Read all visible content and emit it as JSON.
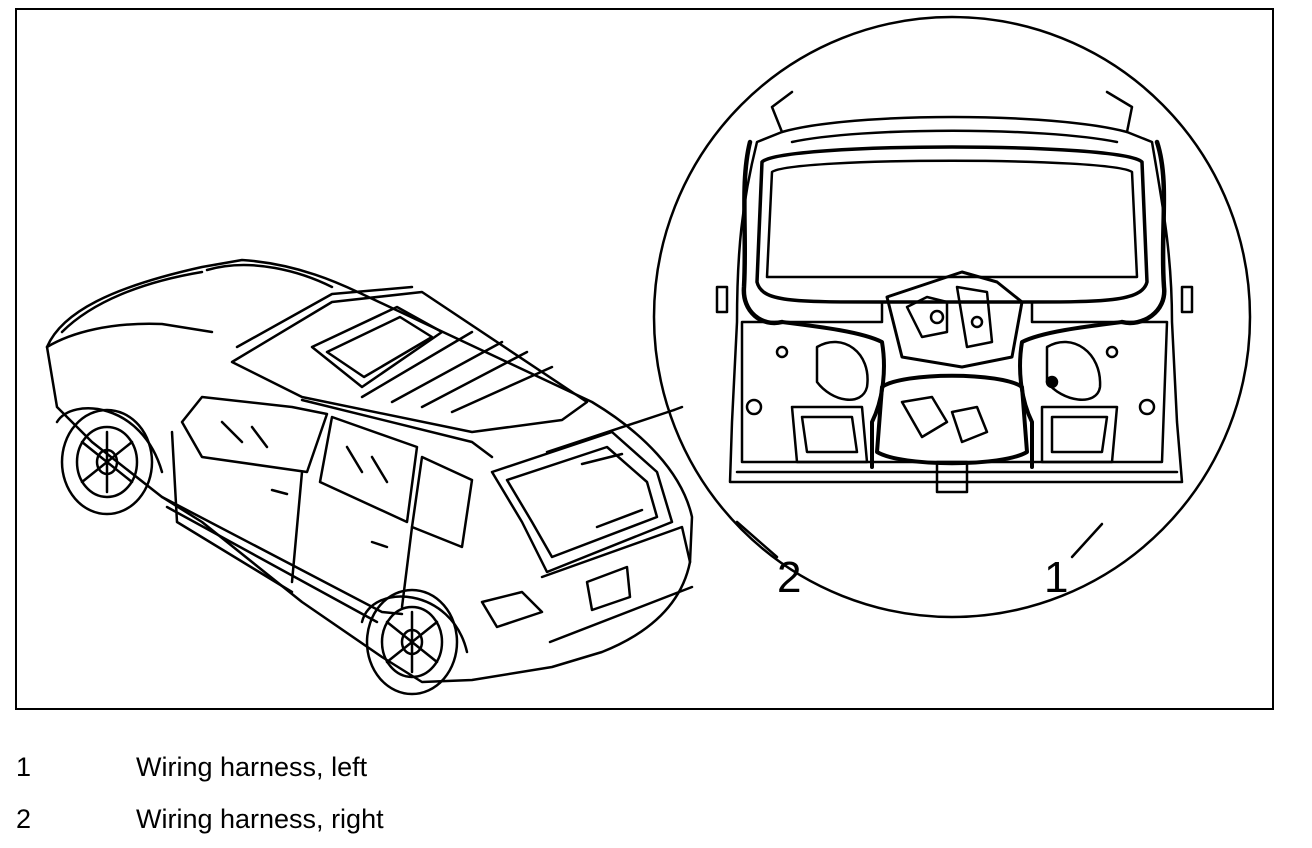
{
  "diagram": {
    "callouts": [
      "2",
      "1"
    ]
  },
  "legend": [
    {
      "number": "1",
      "text": "Wiring harness, left"
    },
    {
      "number": "2",
      "text": "Wiring harness, right"
    }
  ]
}
